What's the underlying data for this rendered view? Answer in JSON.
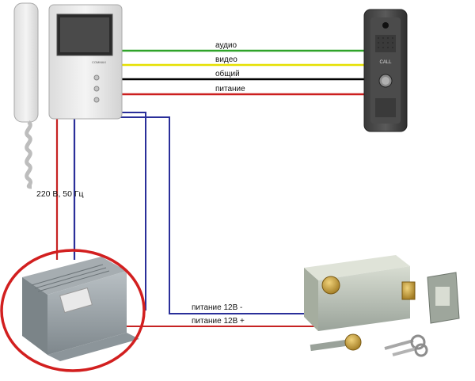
{
  "colors": {
    "audio": "#2fa329",
    "video": "#e6e000",
    "common": "#000000",
    "power": "#cc1f1f",
    "blue": "#2a2f9a",
    "red_wire": "#c62222",
    "highlight_circle": "#d21f1f"
  },
  "wires": {
    "audio": "аудио",
    "video": "видео",
    "common": "общий",
    "power": "питание"
  },
  "mains": {
    "label": "220 В, 50 Гц"
  },
  "lock_power": {
    "minus": "питание 12В -",
    "plus": "питание 12В +"
  },
  "devices": {
    "monitor_brand": "COMMAX",
    "call_panel_text": "CALL"
  }
}
